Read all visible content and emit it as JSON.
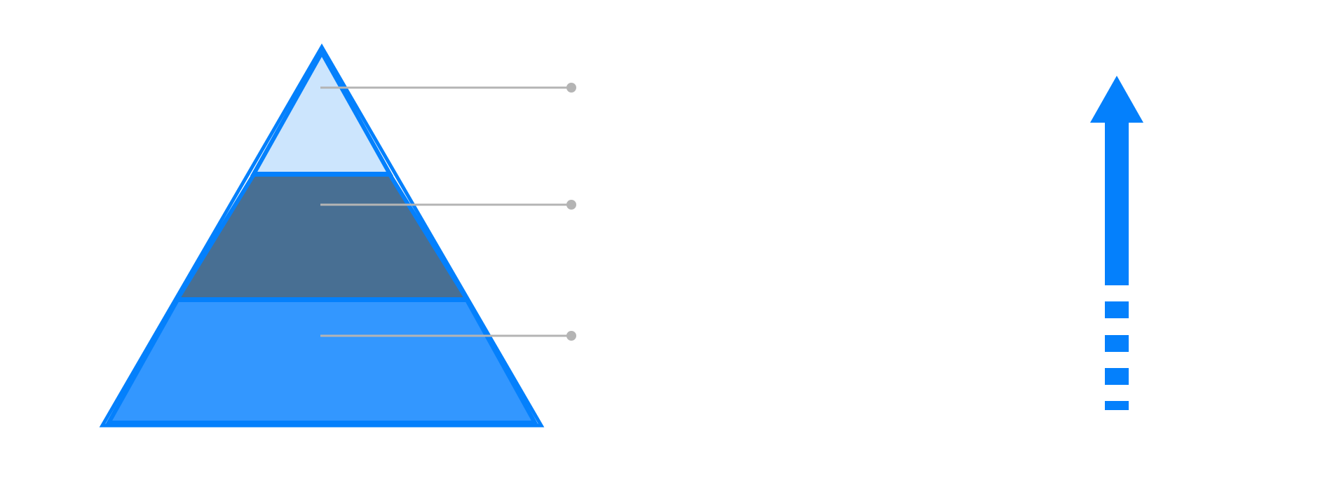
{
  "diagram": {
    "type": "pyramid-with-arrow",
    "levels": [
      {
        "name": "top",
        "fill": "#cce5fd"
      },
      {
        "name": "middle",
        "fill": "#486f93"
      },
      {
        "name": "bottom",
        "fill": "#3397ff"
      }
    ],
    "outline_color": "#0480fc",
    "leader_line_color": "#b4b4b4",
    "arrow": {
      "direction": "up",
      "color": "#0480fc",
      "dashed_tail_segments": 4
    }
  }
}
